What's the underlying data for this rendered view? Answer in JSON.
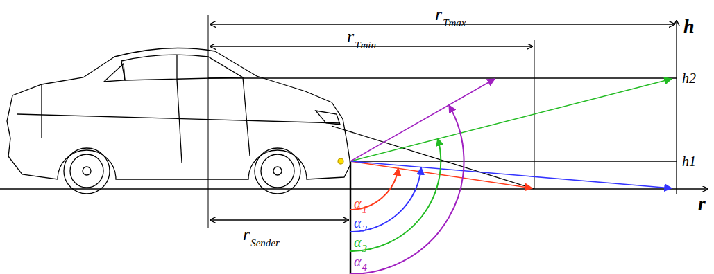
{
  "diagram": {
    "labels": [
      "r",
      "Tmax",
      "r",
      "Tmin",
      "h",
      "h2",
      "h1",
      "r",
      "r",
      "Sender",
      "α",
      "1",
      "α",
      "2",
      "α",
      "3",
      "α",
      "4"
    ]
  }
}
